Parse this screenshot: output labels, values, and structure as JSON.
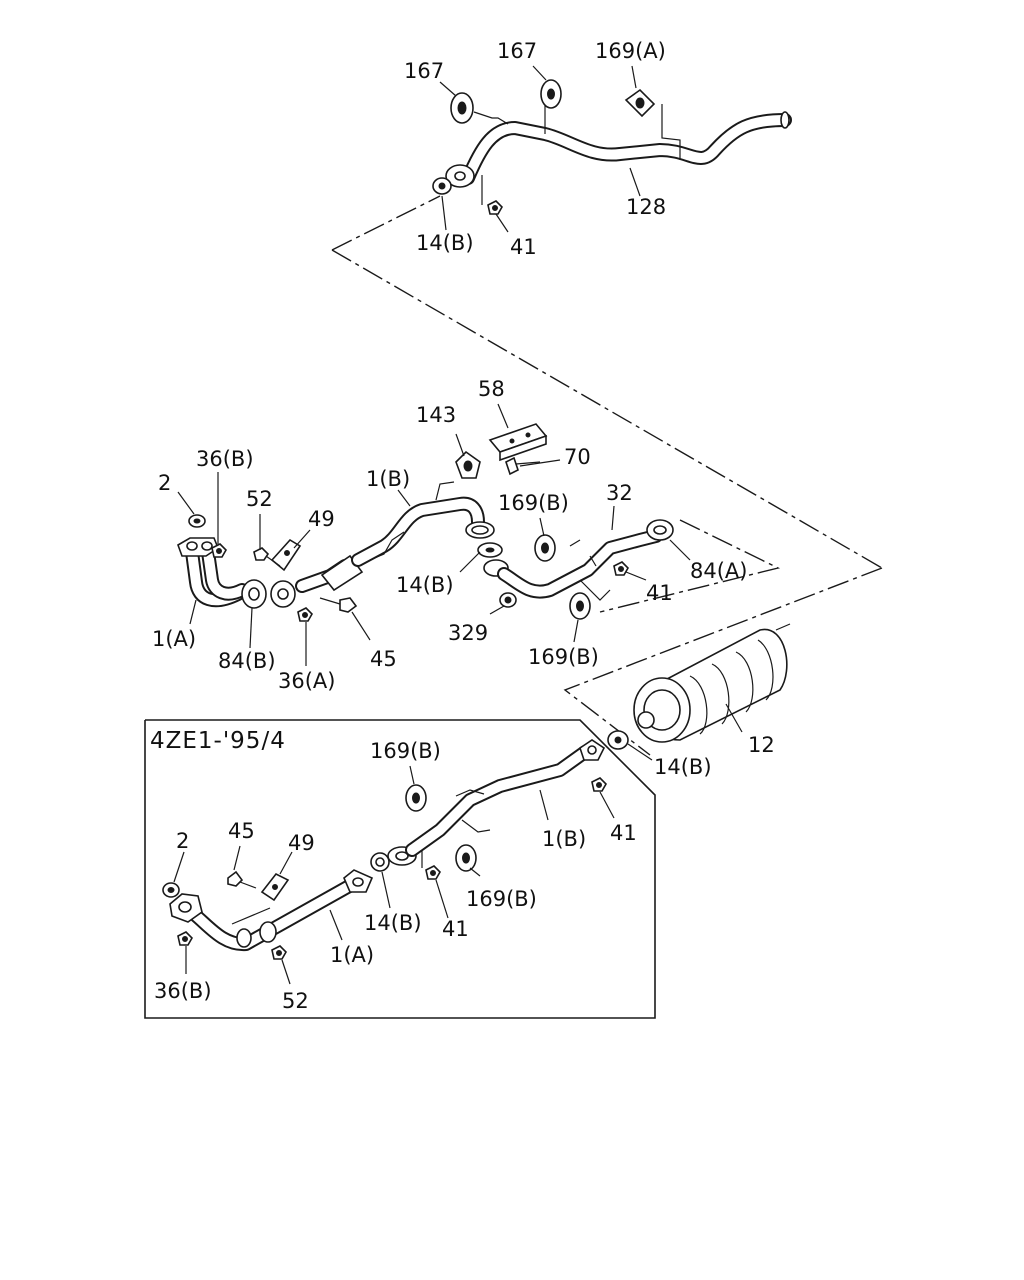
{
  "labels": {
    "top": {
      "l167a": "167",
      "l167b": "167",
      "l169a": "169(A)",
      "l128": "128",
      "l14b": "14(B)",
      "l41": "41"
    },
    "middle": {
      "l58": "58",
      "l143": "143",
      "l70": "70",
      "l36b": "36(B)",
      "l2": "2",
      "l52": "52",
      "l49": "49",
      "l1b": "1(B)",
      "l169b1": "169(B)",
      "l32": "32",
      "l84a": "84(A)",
      "l14b": "14(B)",
      "l41": "41",
      "l1a": "1(A)",
      "l84b": "84(B)",
      "l36a": "36(A)",
      "l45": "45",
      "l329": "329",
      "l169b2": "169(B)",
      "l12": "12",
      "l14b2": "14(B)"
    },
    "inset": {
      "title": "4ZE1-'95/4",
      "l169b1": "169(B)",
      "l41a": "41",
      "l1b": "1(B)",
      "l45": "45",
      "l49": "49",
      "l2": "2",
      "l14b": "14(B)",
      "l41b": "41",
      "l169b2": "169(B)",
      "l1a": "1(A)",
      "l36b": "36(B)",
      "l52": "52"
    }
  }
}
